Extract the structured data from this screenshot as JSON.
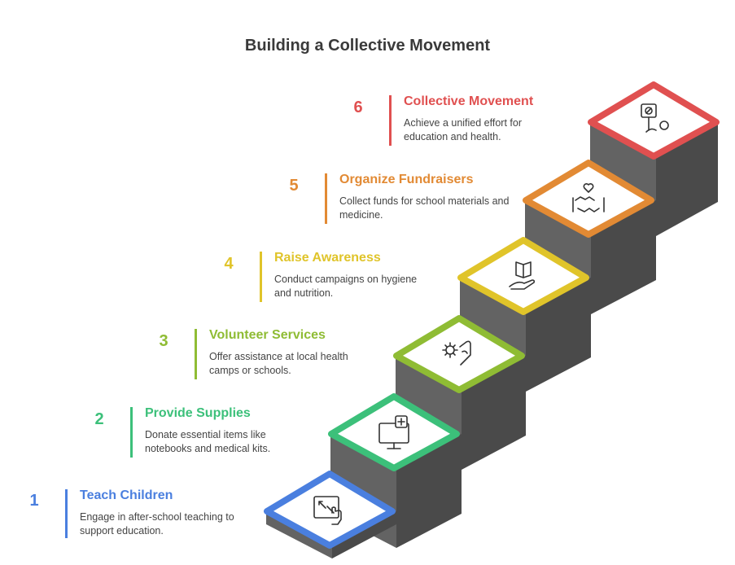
{
  "title": "Building a Collective Movement",
  "steps": [
    {
      "number": "1",
      "heading": "Teach Children",
      "description": "Engage in after-school teaching to support education.",
      "color": "#4a7fdf",
      "icon": "resize-touch-icon"
    },
    {
      "number": "2",
      "heading": "Provide Supplies",
      "description": "Donate essential items like notebooks and medical kits.",
      "color": "#3cc07a",
      "icon": "medical-monitor-icon"
    },
    {
      "number": "3",
      "heading": "Volunteer Services",
      "description": "Offer assistance at local health camps or schools.",
      "color": "#8fbc34",
      "icon": "gear-hand-icon"
    },
    {
      "number": "4",
      "heading": "Raise Awareness",
      "description": "Conduct campaigns on hygiene and nutrition.",
      "color": "#e0c42a",
      "icon": "book-hand-icon"
    },
    {
      "number": "5",
      "heading": "Organize Fundraisers",
      "description": "Collect funds for school materials and medicine.",
      "color": "#e28a34",
      "icon": "heart-handshake-icon"
    },
    {
      "number": "6",
      "heading": "Collective Movement",
      "description": "Achieve a unified effort for education and health.",
      "color": "#e05050",
      "icon": "protest-sign-icon"
    }
  ]
}
